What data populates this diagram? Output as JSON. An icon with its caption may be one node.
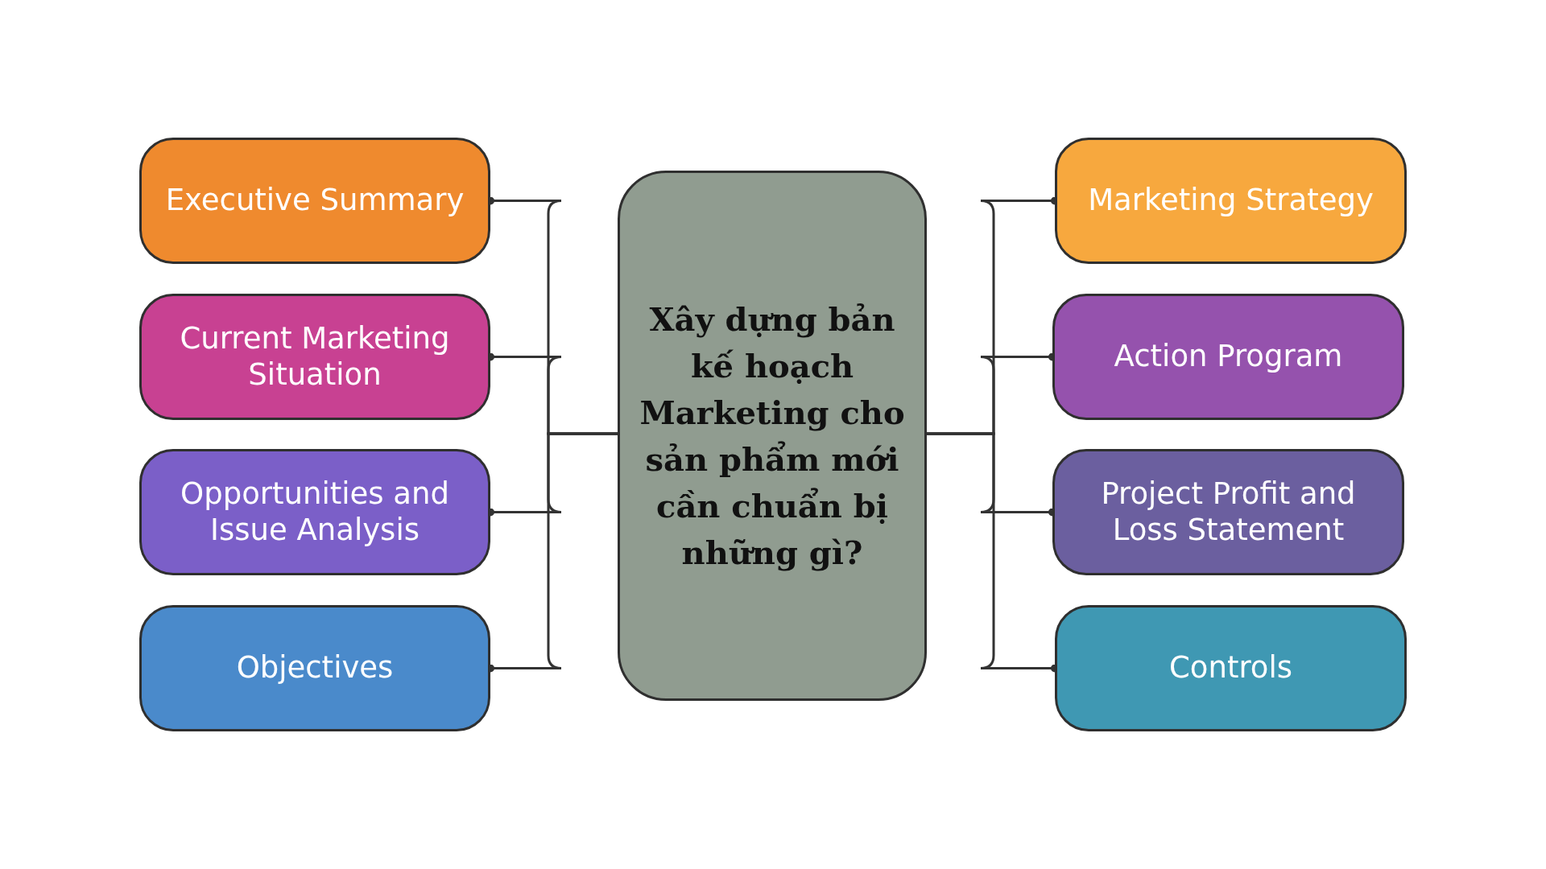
{
  "diagram": {
    "nodes": [
      {
        "text": [
          "Xây dựng bản kế hoạch Marketing cho sản phẩm mới cần chuẩn bị những gì?"
        ]
      },
      {
        "text": [
          "Executive Summary"
        ]
      },
      {
        "text": [
          "Current Marketing Situation"
        ]
      },
      {
        "text": [
          "Opportunities and Issue Analysis"
        ]
      },
      {
        "text": [
          "Objectives"
        ]
      },
      {
        "text": [
          "Marketing Strategy"
        ]
      },
      {
        "text": [
          "Action Program"
        ]
      },
      {
        "text": [
          "Project Profit and Loss Statement"
        ]
      },
      {
        "text": [
          "Controls"
        ]
      }
    ],
    "edges": [
      {
        "from": 0,
        "to": 1,
        "arrow": "other"
      },
      {
        "from": 0,
        "to": 2,
        "arrow": "other"
      },
      {
        "from": 0,
        "to": 3,
        "arrow": "other"
      },
      {
        "from": 0,
        "to": 4,
        "arrow": "other"
      },
      {
        "from": 0,
        "to": 5,
        "arrow": "other"
      },
      {
        "from": 0,
        "to": 6,
        "arrow": "other"
      },
      {
        "from": 0,
        "to": 7,
        "arrow": "other"
      },
      {
        "from": 0,
        "to": 8,
        "arrow": "other"
      }
    ]
  }
}
